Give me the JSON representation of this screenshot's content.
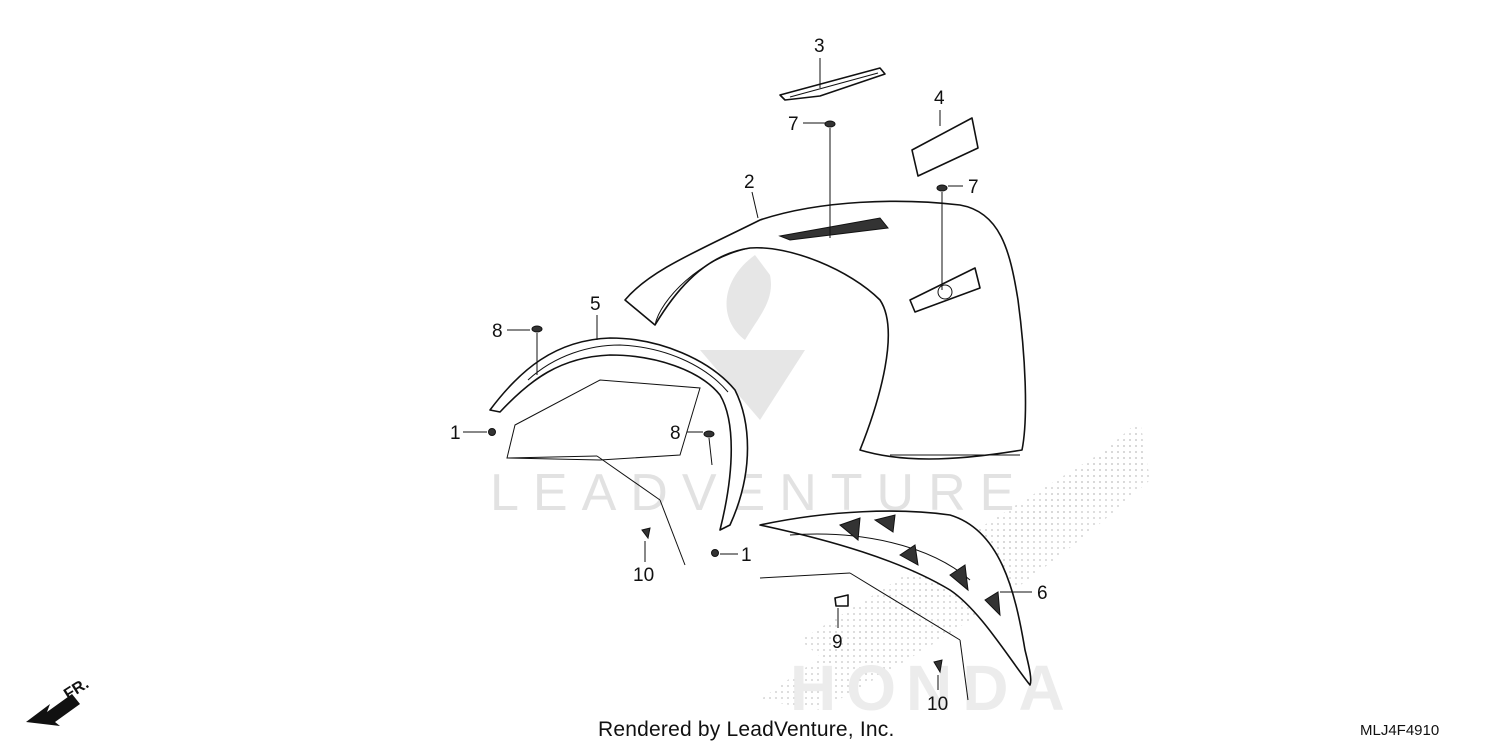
{
  "callouts": {
    "c1a": "1",
    "c1b": "1",
    "c2": "2",
    "c3": "3",
    "c4": "4",
    "c5": "5",
    "c6": "6",
    "c7a": "7",
    "c7b": "7",
    "c8a": "8",
    "c8b": "8",
    "c9": "9",
    "c10a": "10",
    "c10b": "10"
  },
  "direction_marker": "FR.",
  "footer": {
    "credit": "Rendered by LeadVenture, Inc.",
    "diagram_code": "MLJ4F4910"
  },
  "watermark": {
    "text": "LEADVENTURE",
    "brand": "HONDA"
  },
  "colors": {
    "line": "#111111",
    "watermark": "#d8d8d8"
  }
}
